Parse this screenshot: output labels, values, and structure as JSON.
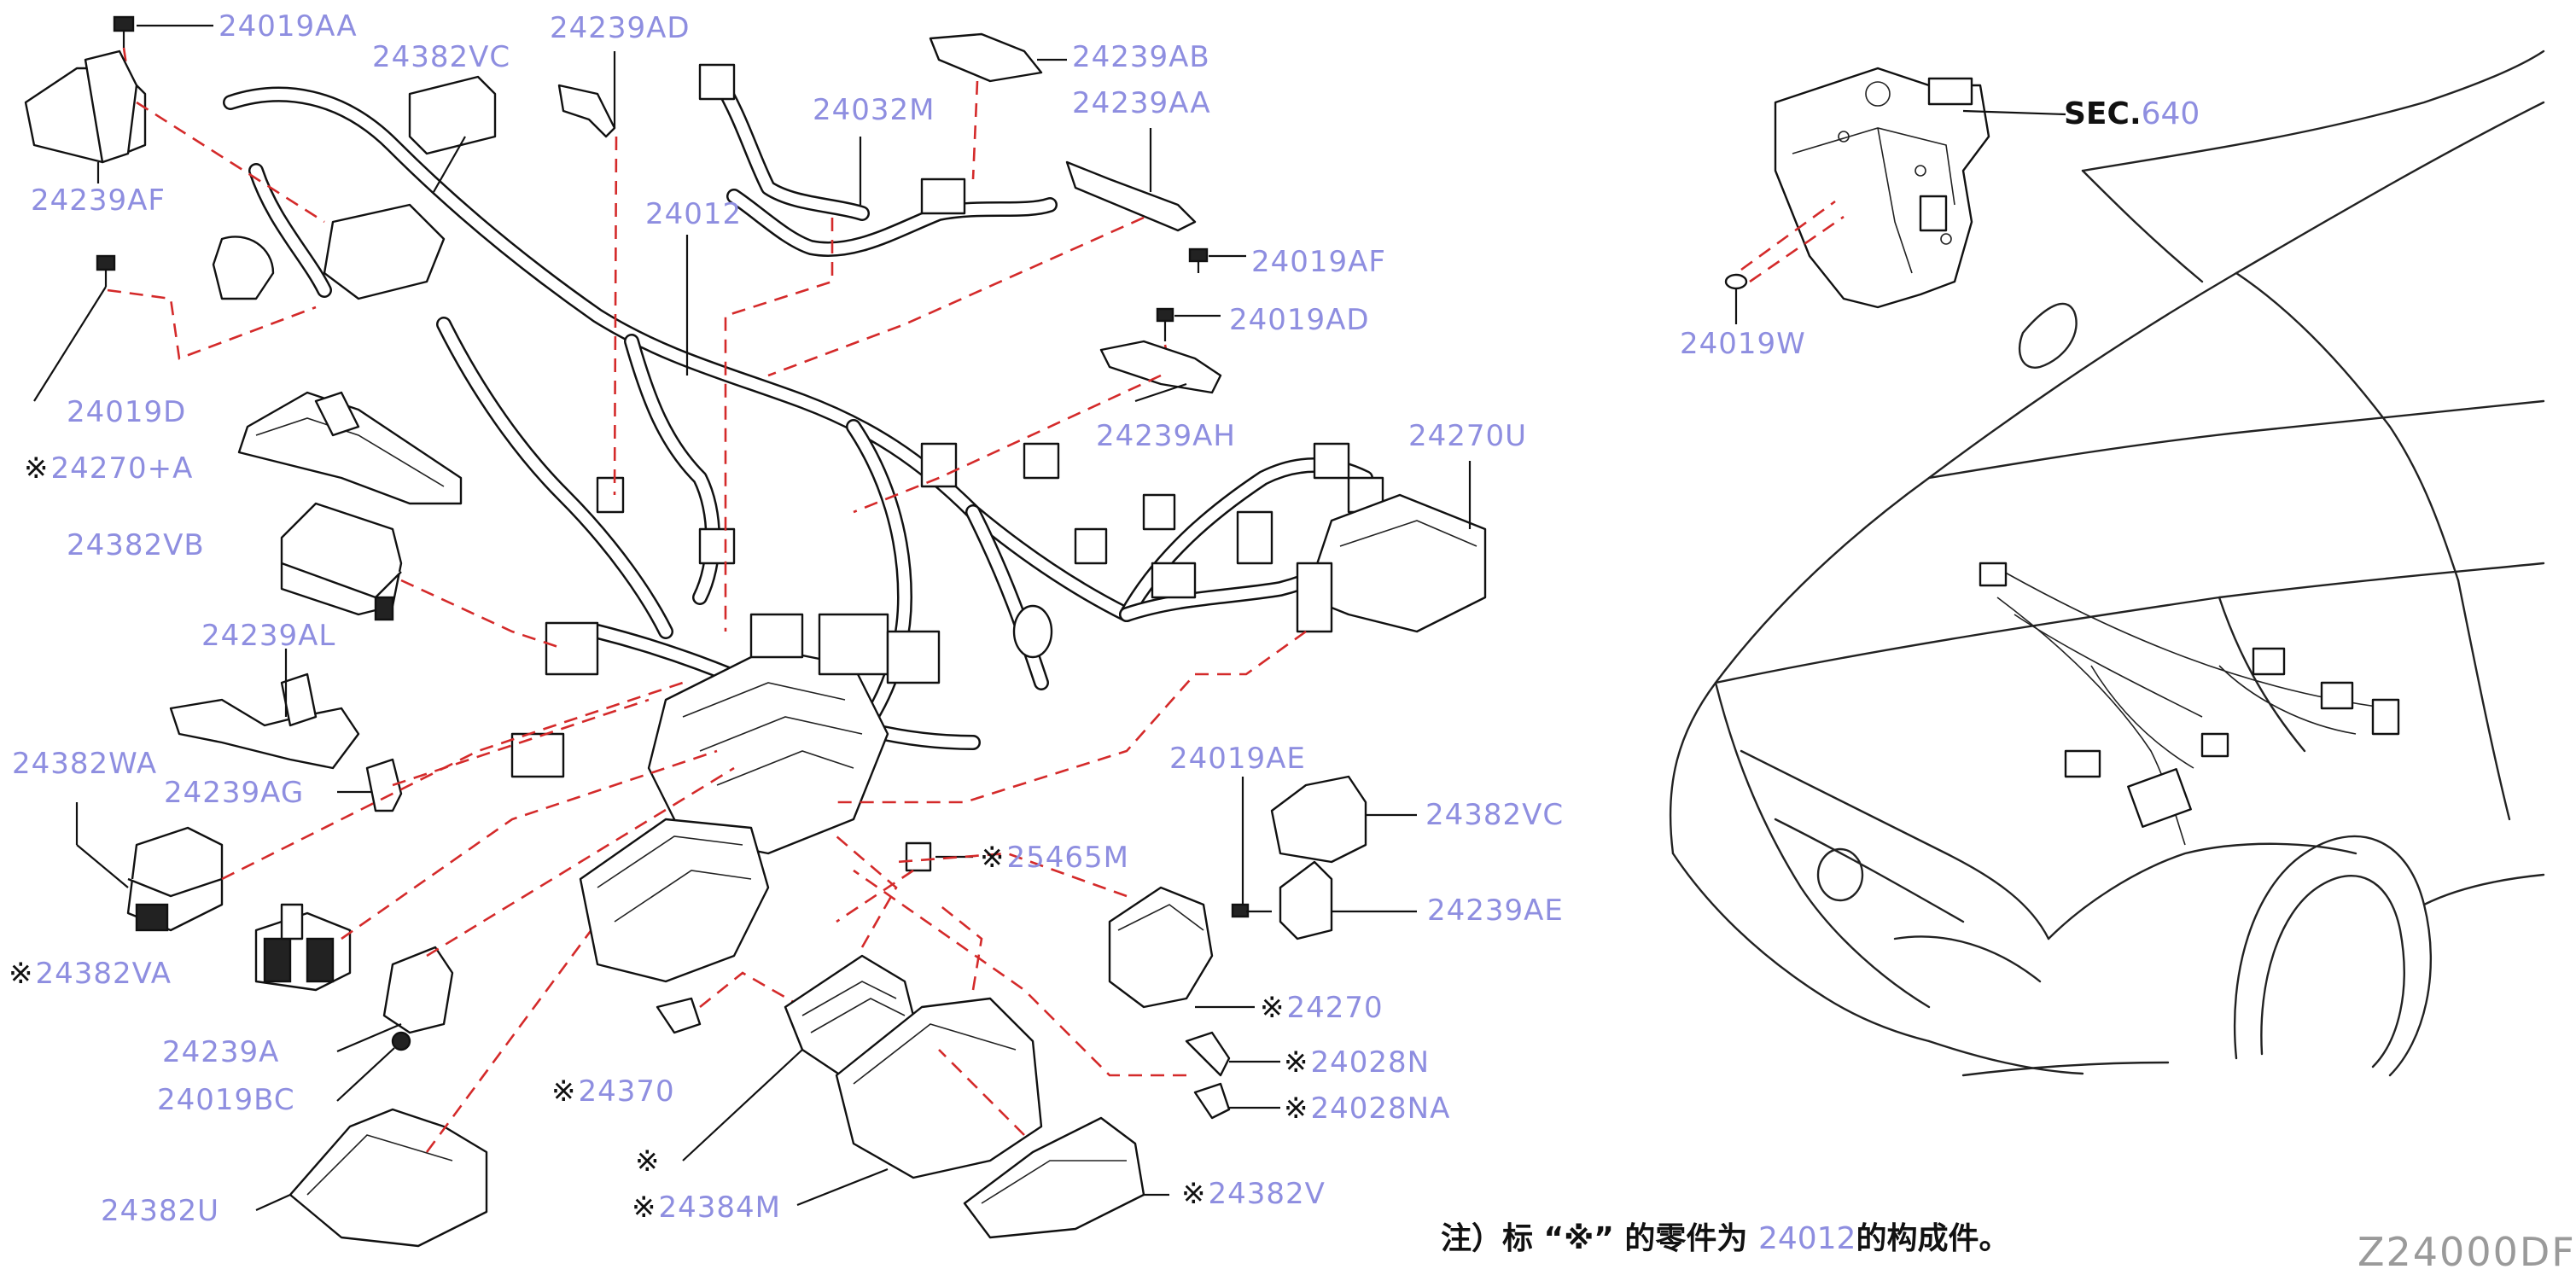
{
  "diagram": {
    "id": "Z24000DF",
    "section_ref": {
      "prefix": "SEC.",
      "number": "640"
    },
    "footnote": {
      "prefix": "注）标 “",
      "mark": "※",
      "middle": "” 的零件为 ",
      "ref": "24012",
      "suffix": "的构成件。"
    },
    "colors": {
      "callout": "#8e8ee0",
      "leader_dash": "#d42a2a",
      "line": "#111111",
      "id": "#9a9a9a"
    },
    "labels": [
      {
        "id": "24019AA",
        "mark": "",
        "text": "24019AA"
      },
      {
        "id": "24239AD",
        "mark": "",
        "text": "24239AD"
      },
      {
        "id": "24382VC-top",
        "mark": "",
        "text": "24382VC"
      },
      {
        "id": "24239AB",
        "mark": "",
        "text": "24239AB"
      },
      {
        "id": "24032M",
        "mark": "",
        "text": "24032M"
      },
      {
        "id": "24239AA",
        "mark": "",
        "text": "24239AA"
      },
      {
        "id": "24239AF",
        "mark": "",
        "text": "24239AF"
      },
      {
        "id": "24012",
        "mark": "",
        "text": "24012"
      },
      {
        "id": "24019AF",
        "mark": "",
        "text": "24019AF"
      },
      {
        "id": "24019AD",
        "mark": "",
        "text": "24019AD"
      },
      {
        "id": "24019D",
        "mark": "",
        "text": "24019D"
      },
      {
        "id": "24239AH",
        "mark": "",
        "text": "24239AH"
      },
      {
        "id": "24270U",
        "mark": "",
        "text": "24270U"
      },
      {
        "id": "24270A",
        "mark": "※",
        "text": "24270+A"
      },
      {
        "id": "24382VB",
        "mark": "",
        "text": "24382VB"
      },
      {
        "id": "24239AL",
        "mark": "",
        "text": "24239AL"
      },
      {
        "id": "24019AE",
        "mark": "",
        "text": "24019AE"
      },
      {
        "id": "24382WA",
        "mark": "",
        "text": "24382WA"
      },
      {
        "id": "24239AG",
        "mark": "",
        "text": "24239AG"
      },
      {
        "id": "24382VC-right",
        "mark": "",
        "text": "24382VC"
      },
      {
        "id": "25465M",
        "mark": "※",
        "text": "25465M"
      },
      {
        "id": "24239AE",
        "mark": "",
        "text": "24239AE"
      },
      {
        "id": "24382VA",
        "mark": "※",
        "text": "24382VA"
      },
      {
        "id": "24239A",
        "mark": "",
        "text": "24239A"
      },
      {
        "id": "24270",
        "mark": "※",
        "text": "24270"
      },
      {
        "id": "24028N",
        "mark": "※",
        "text": "24028N"
      },
      {
        "id": "24019BC",
        "mark": "",
        "text": "24019BC"
      },
      {
        "id": "24370",
        "mark": "※",
        "text": "24370"
      },
      {
        "id": "24028NA",
        "mark": "※",
        "text": "24028NA"
      },
      {
        "id": "unlabeled-mark",
        "mark": "※",
        "text": ""
      },
      {
        "id": "24382U",
        "mark": "",
        "text": "24382U"
      },
      {
        "id": "24384M",
        "mark": "※",
        "text": "24384M"
      },
      {
        "id": "24382V",
        "mark": "※",
        "text": "24382V"
      },
      {
        "id": "24019W",
        "mark": "",
        "text": "24019W"
      }
    ]
  }
}
